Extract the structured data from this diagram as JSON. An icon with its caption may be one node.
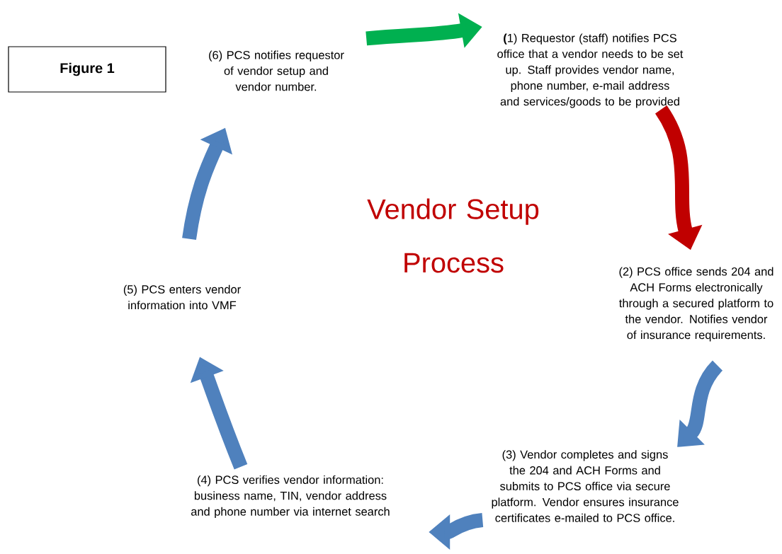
{
  "diagram": {
    "title": "Vendor Setup Process",
    "nodes": [
      {
        "text": [
          "Figure 1"
        ]
      },
      {
        "text": [
          "**(**1) Requestor (staff) notifies PCS  office that a vendor needs to be set up.  Staff provides vendor name, phone number, e-mail address and services/goods to be provided"
        ]
      },
      {
        "text": [
          "(2) PCS office sends 204 and ACH Forms electronically through a secured platform to the vendor.  Notifies vendor of insurance requirements."
        ]
      },
      {
        "text": [
          "(3) Vendor completes and signs the 204 and ACH Forms and submits to PCS office via secure platform. Vendor ensures insurance certificates e-mailed to PCS office."
        ]
      },
      {
        "text": [
          "(4) PCS verifies vendor information: business name, TIN, vendor address and phone number via internet search"
        ]
      },
      {
        "text": [
          "(5) PCS enters vendor information into VMF"
        ]
      },
      {
        "text": [
          "(6) PCS notifies requestor of vendor setup and vendor number."
        ]
      }
    ],
    "edges": [
      {
        "from": 6,
        "to": 1,
        "arrow": "to",
        "color": "#00b050"
      },
      {
        "from": 1,
        "to": 2,
        "arrow": "to",
        "color": "#c00000"
      },
      {
        "from": 2,
        "to": 3,
        "arrow": "to"
      },
      {
        "from": 3,
        "to": 4,
        "arrow": "to"
      },
      {
        "from": 4,
        "to": 5,
        "arrow": "to"
      },
      {
        "from": 5,
        "to": 6,
        "arrow": "to"
      }
    ]
  }
}
